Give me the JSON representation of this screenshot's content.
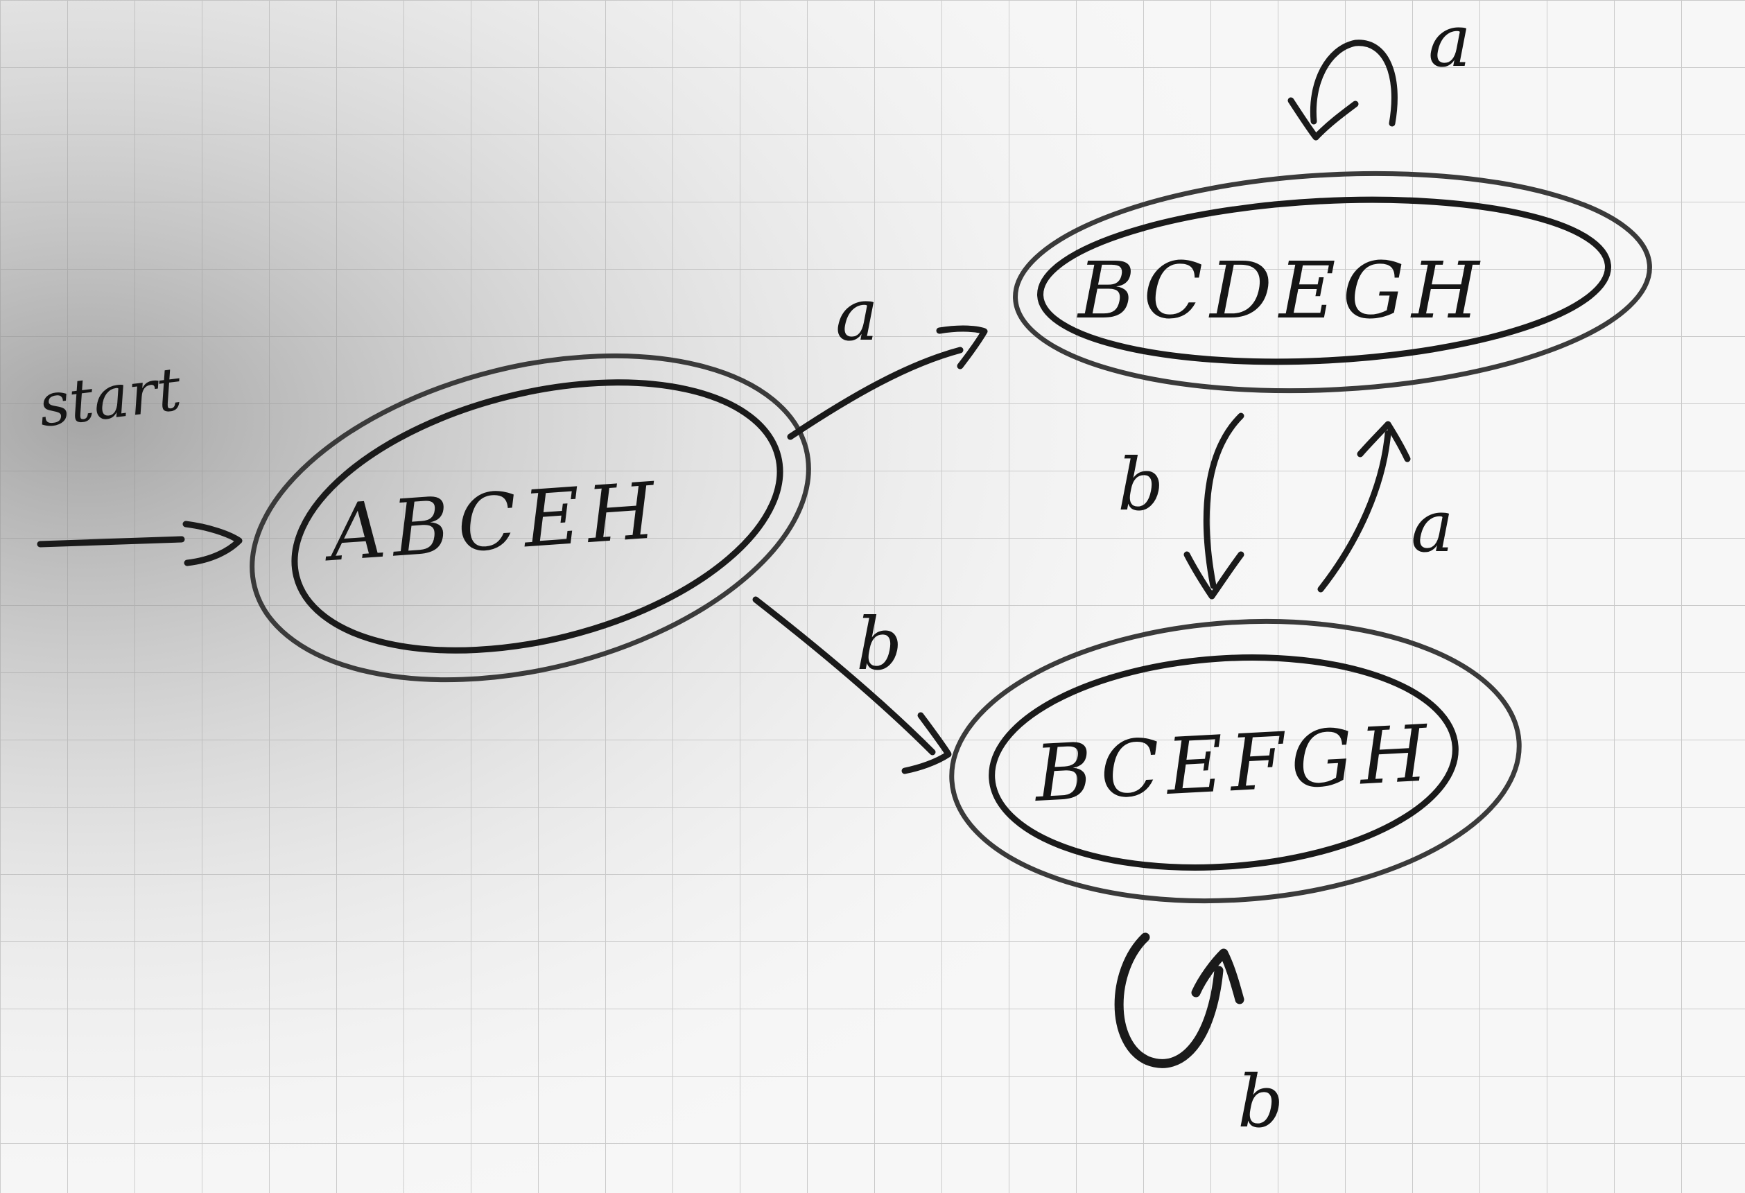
{
  "diagram": {
    "start_label": "start",
    "states": [
      {
        "id": "s0",
        "label": "ABCEH",
        "accepting": true,
        "start": true
      },
      {
        "id": "s1",
        "label": "BCDEGH",
        "accepting": true,
        "start": false
      },
      {
        "id": "s2",
        "label": "BCEFGH",
        "accepting": true,
        "start": false
      }
    ],
    "transitions": [
      {
        "from": "s0",
        "to": "s1",
        "symbol": "a"
      },
      {
        "from": "s0",
        "to": "s2",
        "symbol": "b"
      },
      {
        "from": "s1",
        "to": "s1",
        "symbol": "a"
      },
      {
        "from": "s1",
        "to": "s2",
        "symbol": "b"
      },
      {
        "from": "s2",
        "to": "s1",
        "symbol": "a"
      },
      {
        "from": "s2",
        "to": "s2",
        "symbol": "b"
      }
    ]
  }
}
